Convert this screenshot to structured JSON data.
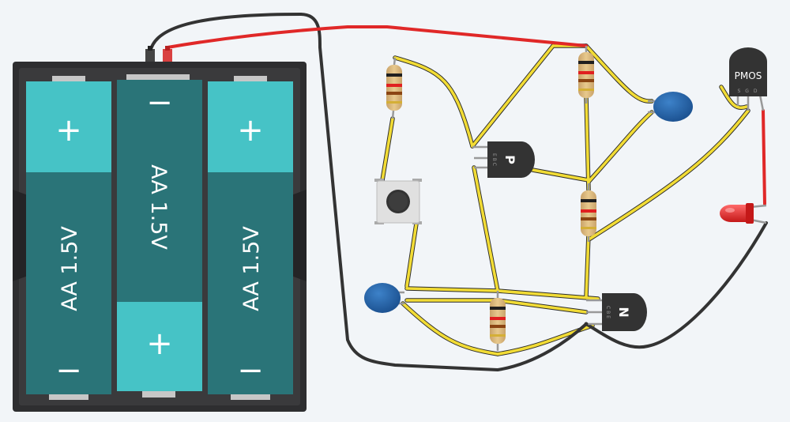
{
  "battery_pack": {
    "cells": [
      {
        "label": "AA 1.5V",
        "top_symbol": "+",
        "bottom_symbol": "−"
      },
      {
        "label": "AA 1.5V",
        "top_symbol": "−",
        "bottom_symbol": "+"
      },
      {
        "label": "AA 1.5V",
        "top_symbol": "+",
        "bottom_symbol": "−"
      }
    ]
  },
  "transistors": {
    "pnp": {
      "label": "P",
      "pins": "E B C"
    },
    "npn": {
      "label": "N",
      "pins": "C B E"
    }
  },
  "mosfet": {
    "label": "PMOS",
    "pins": "S G D"
  },
  "colors": {
    "background": "#f2f5f8",
    "battery_case": "#2e2e30",
    "cell_light": "#46c3c6",
    "cell_dark": "#2a7478",
    "wire_red": "#e02828",
    "wire_black": "#333333",
    "wire_yellow": "#f2dc35",
    "capacitor": "#1e5da5",
    "led": "#e02525"
  }
}
